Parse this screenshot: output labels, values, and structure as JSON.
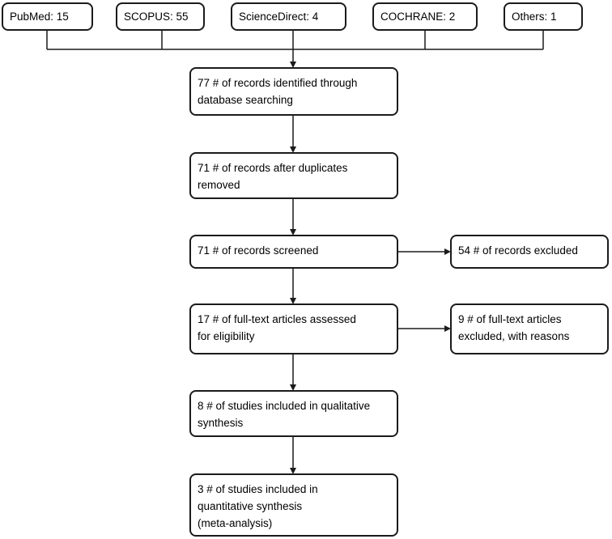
{
  "colors": {
    "border": "#1b1b1b",
    "line": "#1b1b1b",
    "background": "#ffffff",
    "text": "#000000"
  },
  "sources": [
    {
      "label": "PubMed: 15"
    },
    {
      "label": "SCOPUS: 55"
    },
    {
      "label": "ScienceDirect: 4"
    },
    {
      "label": "COCHRANE: 2"
    },
    {
      "label": "Others: 1"
    }
  ],
  "flow": [
    {
      "text": "77 # of records identified through\ndatabase searching"
    },
    {
      "text": "71 # of records after duplicates\nremoved"
    },
    {
      "text": "71 # of records screened"
    },
    {
      "text": "17 # of full-text articles assessed\nfor eligibility"
    },
    {
      "text": "8 # of studies included in qualitative\nsynthesis"
    },
    {
      "text": "3 # of studies included in\nquantitative synthesis\n(meta-analysis)"
    }
  ],
  "side": [
    {
      "text": "54 # of records excluded"
    },
    {
      "text": "9 # of full-text articles\nexcluded, with reasons"
    }
  ]
}
